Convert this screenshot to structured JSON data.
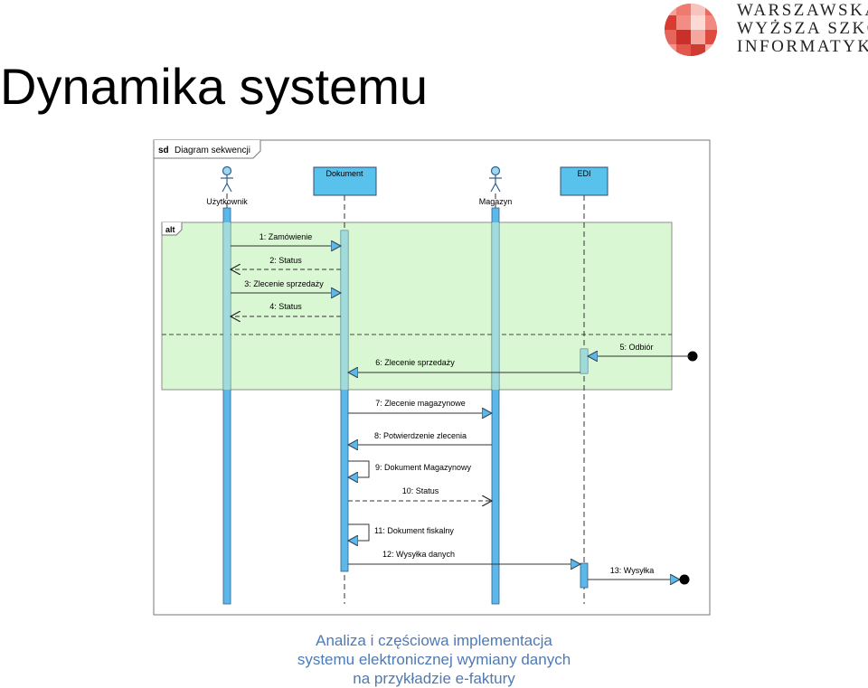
{
  "slide": {
    "title": "Dynamika systemu"
  },
  "logo": {
    "lines": [
      "Warszawska",
      "Wyższa Szkoła",
      "Informatyki"
    ]
  },
  "diagram": {
    "frame_keyword": "sd",
    "frame_name": "Diagram sekwencji",
    "fragment_operator": "alt",
    "participants": [
      {
        "name": "Użytkownik",
        "kind": "actor"
      },
      {
        "name": "Dokument",
        "kind": "object"
      },
      {
        "name": "Magazyn",
        "kind": "actor"
      },
      {
        "name": "EDI",
        "kind": "object"
      }
    ],
    "messages": [
      "1: Zamówienie",
      "2: Status",
      "3: Zlecenie sprzedaży",
      "4: Status",
      "5: Odbiór",
      "6: Zlecenie sprzedaży",
      "7: Zlecenie magazynowe",
      "8: Potwierdzenie zlecenia",
      "9: Dokument Magazynowy",
      "10: Status",
      "11: Dokument fiskalny",
      "12: Wysyłka danych",
      "13: Wysyłka"
    ],
    "colors": {
      "lifeline_bar": "#5bb8e8",
      "object_box": "#58c1ec",
      "alt_fill": "#d9f7d2"
    }
  },
  "caption": {
    "lines": [
      "Analiza i częściowa implementacja",
      "systemu elektronicznej wymiany danych",
      "na przykładzie e-faktury"
    ]
  }
}
